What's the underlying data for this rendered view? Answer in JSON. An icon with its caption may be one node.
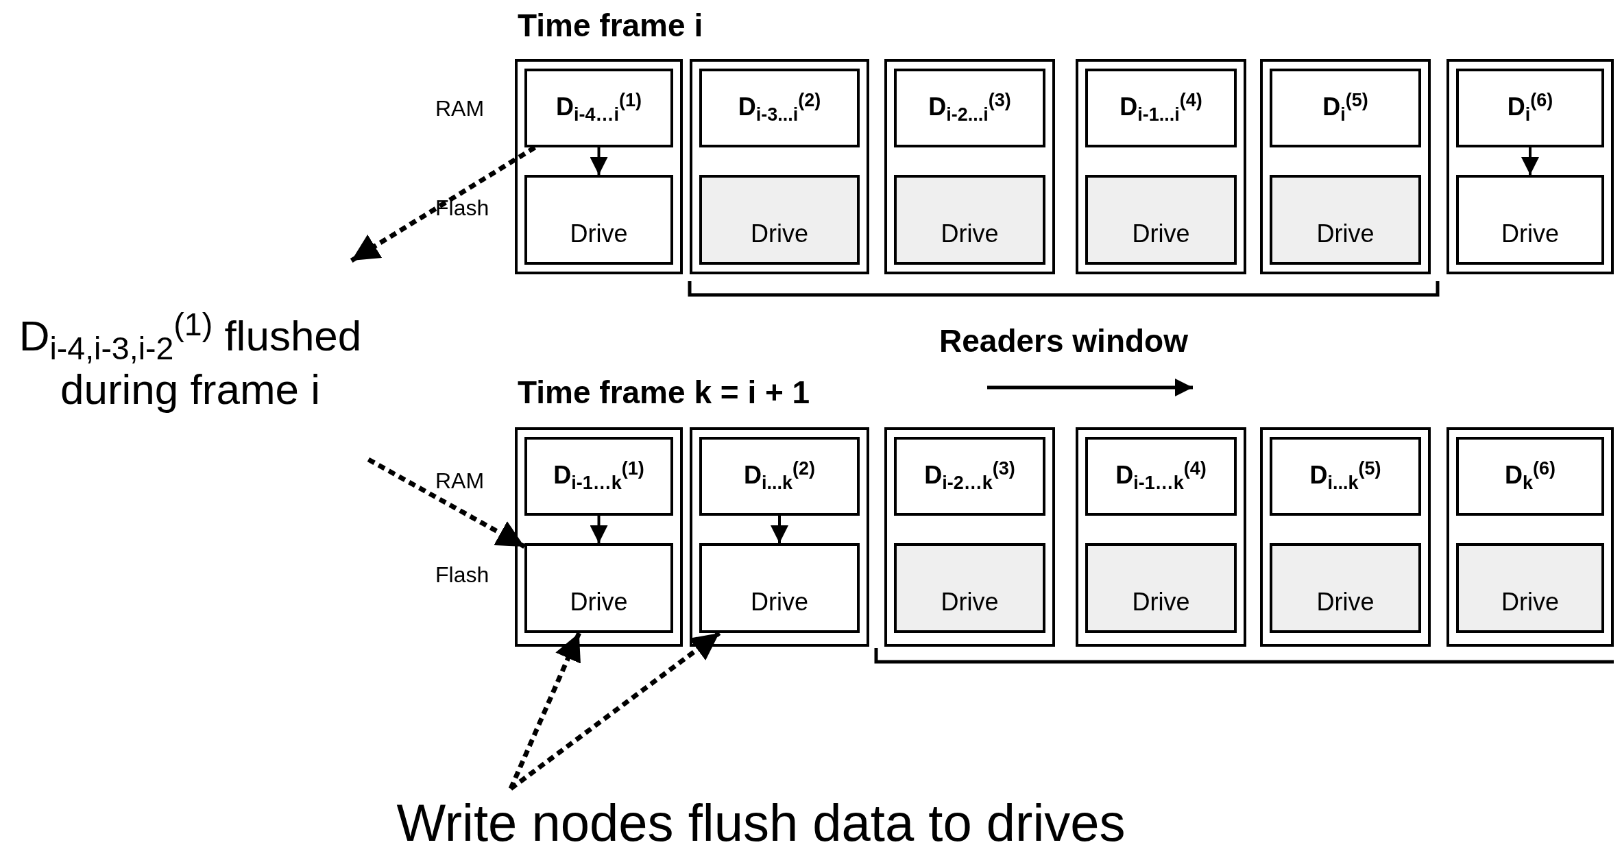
{
  "diagram": {
    "nodes": [
      {
        "text": [],
        "shape": "box"
      },
      {
        "text": [
          "D$_{i-4…i}$$^{(1)}$"
        ],
        "in": 0
      },
      {
        "text": [
          "Drive"
        ],
        "in": 0
      },
      {
        "text": [],
        "shape": "box"
      },
      {
        "text": [
          "D$_{i-3...i}$$^{(2)}$"
        ],
        "in": 3
      },
      {
        "text": [
          "Drive"
        ],
        "in": 3
      },
      {
        "text": [],
        "shape": "box"
      },
      {
        "text": [
          "D$_{i-2...i}$$^{(3)}$"
        ],
        "in": 6
      },
      {
        "text": [
          "Drive"
        ],
        "in": 6
      },
      {
        "text": [],
        "shape": "box"
      },
      {
        "text": [
          "D$_{i-1...i}$$^{(4)}$"
        ],
        "in": 9
      },
      {
        "text": [
          "Drive"
        ],
        "in": 9
      },
      {
        "text": [],
        "shape": "box"
      },
      {
        "text": [
          "D$_{i}$$^{(5)}$"
        ],
        "in": 12
      },
      {
        "text": [
          "Drive"
        ],
        "in": 12
      },
      {
        "text": [],
        "shape": "box"
      },
      {
        "text": [
          "D$_{i}$$^{(6)}$"
        ],
        "in": 15
      },
      {
        "text": [
          "Drive"
        ],
        "in": 15
      },
      {
        "text": [
          "D$_{i-4,i-3,i-2}$$^{(1)}$ flushed during frame i"
        ]
      },
      {
        "text": [],
        "shape": "box"
      },
      {
        "text": [
          "D$_{i-1…k}$$^{(1)}$"
        ],
        "in": 19
      },
      {
        "text": [
          "Drive"
        ],
        "in": 19
      },
      {
        "text": [],
        "shape": "box"
      },
      {
        "text": [
          "D$_{i...k}$$^{(2)}$"
        ],
        "in": 22
      },
      {
        "text": [
          "Drive"
        ],
        "in": 22
      },
      {
        "text": [],
        "shape": "box"
      },
      {
        "text": [
          "D$_{i-2…k}$$^{(3)}$"
        ],
        "in": 25
      },
      {
        "text": [
          "Drive"
        ],
        "in": 25
      },
      {
        "text": [],
        "shape": "box"
      },
      {
        "text": [
          "D$_{i-1…k}$$^{(4)}$"
        ],
        "in": 28
      },
      {
        "text": [
          "Drive"
        ],
        "in": 28
      },
      {
        "text": [],
        "shape": "box"
      },
      {
        "text": [
          "D$_{i...k}$$^{(5)}$"
        ],
        "in": 31
      },
      {
        "text": [
          "Drive"
        ],
        "in": 31
      },
      {
        "text": [],
        "shape": "box"
      },
      {
        "text": [
          "D$_{k}$$^{(6)}$"
        ],
        "in": 34
      },
      {
        "text": [
          "Drive"
        ],
        "in": 34
      },
      {
        "text": [
          "Write nodes flush data to drives"
        ]
      }
    ],
    "edges": [
      {
        "from": 1,
        "to": 2,
        "arrow": "to"
      },
      {
        "from": 16,
        "to": 17,
        "arrow": "to"
      },
      {
        "from": 1,
        "to": 18,
        "arrow": "to",
        "style": "dashed"
      },
      {
        "from": 18,
        "to": 21,
        "arrow": "to",
        "style": "dashed"
      },
      {
        "from": 20,
        "to": 21,
        "arrow": "to"
      },
      {
        "from": 23,
        "to": 24,
        "arrow": "to"
      },
      {
        "from": 37,
        "to": 21,
        "arrow": "to",
        "style": "dashed"
      },
      {
        "from": 37,
        "to": 24,
        "arrow": "to",
        "style": "dashed"
      }
    ],
    "labels": [
      "Time frame i",
      "RAM",
      "Flash",
      "Readers window",
      "Time frame k = i + 1",
      "RAM",
      "Flash"
    ]
  }
}
